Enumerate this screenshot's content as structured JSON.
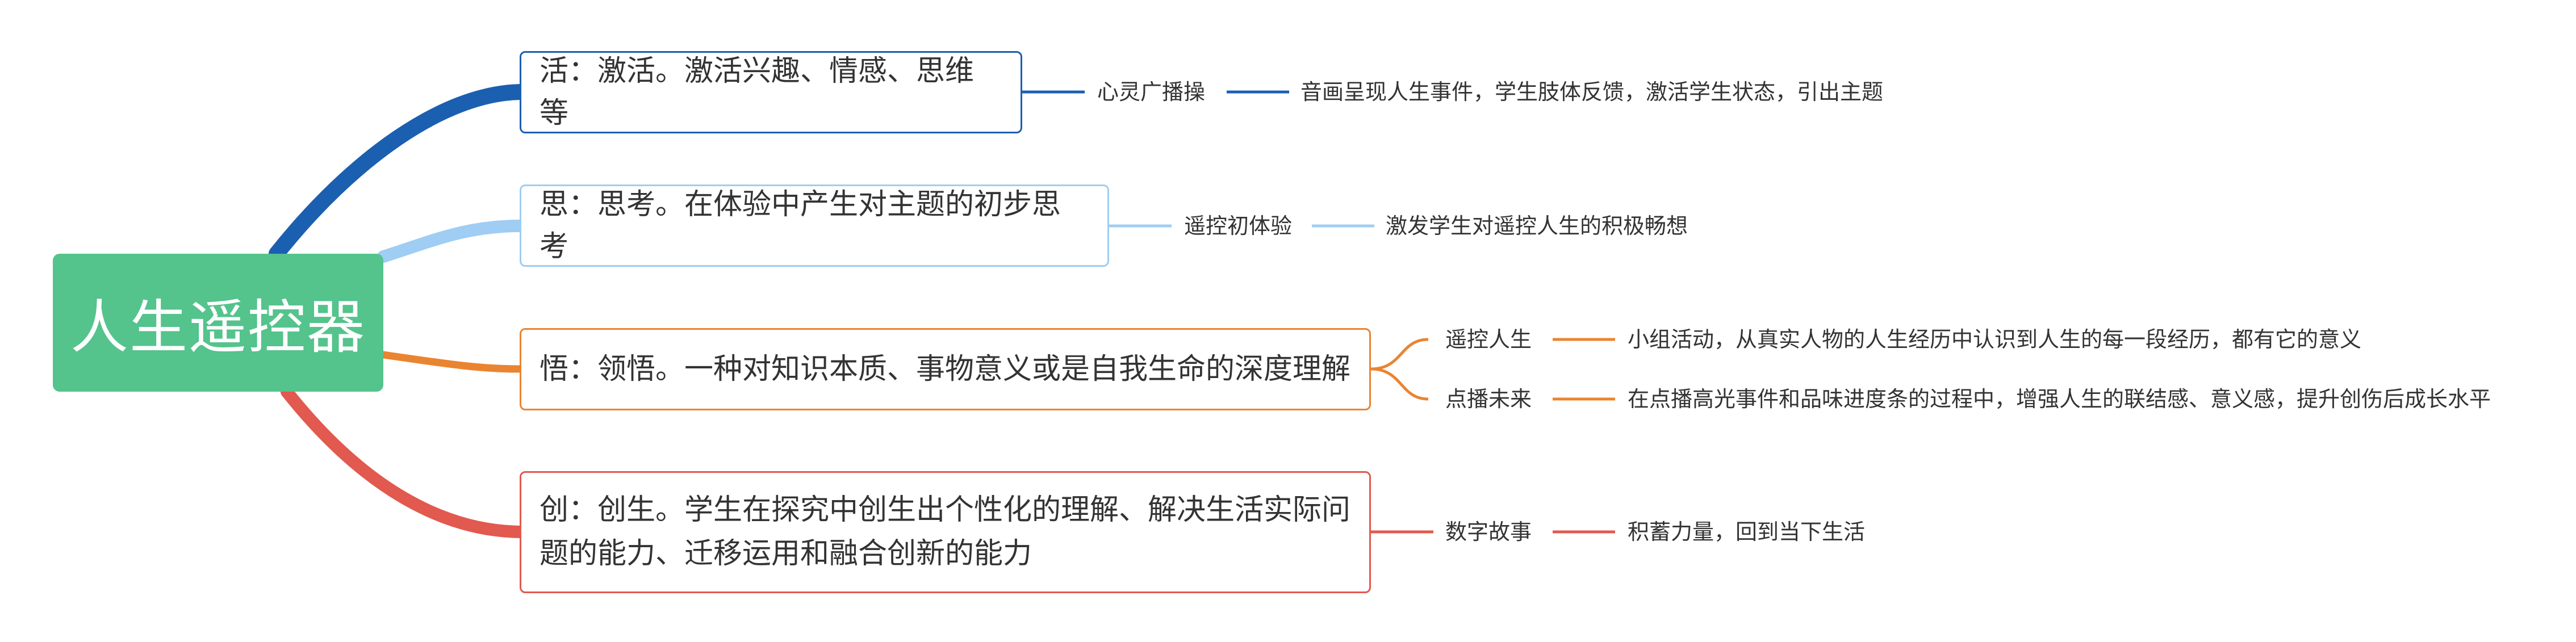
{
  "root": {
    "label": "人生遥控器",
    "color": "#54c38c"
  },
  "branches": [
    {
      "id": "huo",
      "label": "活：激活。激活兴趣、情感、思维等",
      "color": "#1b5fb0",
      "children": [
        {
          "label": "心灵广播操",
          "detail": "音画呈现人生事件，学生肢体反馈，激活学生状态，引出主题"
        }
      ]
    },
    {
      "id": "si",
      "label": "思：思考。在体验中产生对主题的初步思考",
      "color": "#9fcdf3",
      "children": [
        {
          "label": "遥控初体验",
          "detail": "激发学生对遥控人生的积极畅想"
        }
      ]
    },
    {
      "id": "wu",
      "label": "悟：领悟。一种对知识本质、事物意义或是自我生命的深度理解",
      "color": "#ea8431",
      "children": [
        {
          "label": "遥控人生",
          "detail": "小组活动，从真实人物的人生经历中认识到人生的每一段经历，都有它的意义"
        },
        {
          "label": "点播未来",
          "detail": "在点播高光事件和品味进度条的过程中，增强人生的联结感、意义感，提升创伤后成长水平"
        }
      ]
    },
    {
      "id": "chuang",
      "label_lines": [
        "创：创生。学生在探究中创生出个性化的理解、解决生活实际问",
        "题的能力、迁移运用和融合创新的能力"
      ],
      "color": "#e2594f",
      "children": [
        {
          "label": "数字故事",
          "detail": "积蓄力量，回到当下生活"
        }
      ]
    }
  ]
}
